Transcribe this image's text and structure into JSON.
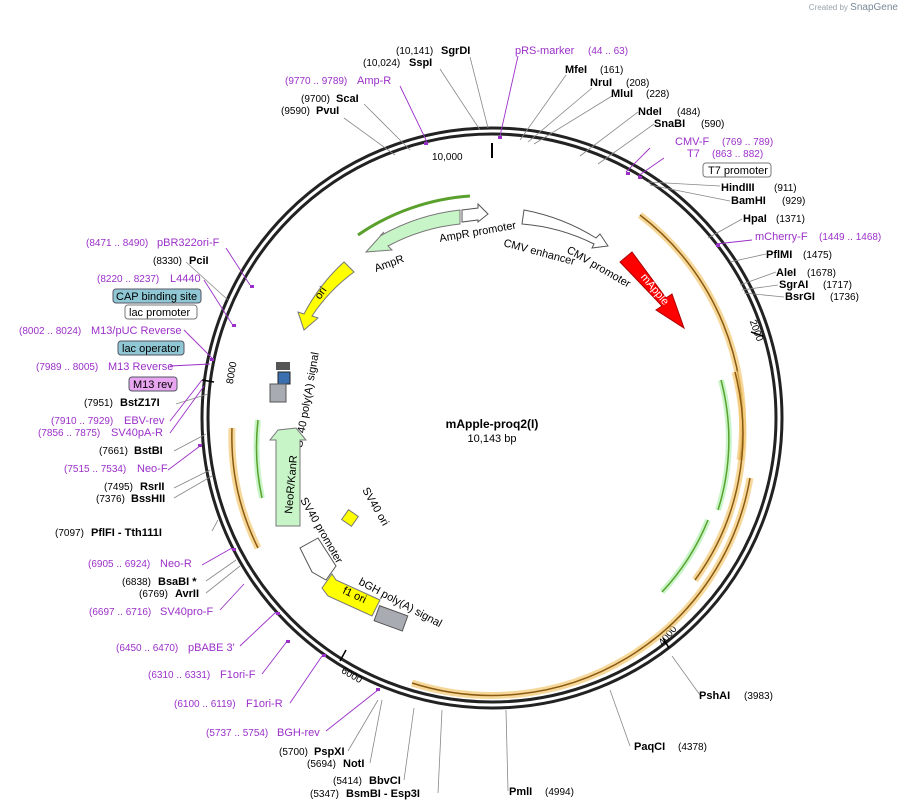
{
  "credit": {
    "prefix": "Created by",
    "brand": "SnapGene"
  },
  "plasmid": {
    "name": "mApple-proq2(I)",
    "length_label": "10,143 bp",
    "tick_10000": "10,000",
    "tick_2000": "2000",
    "tick_4000": "4000",
    "tick_6000": "6000",
    "tick_8000": "8000"
  },
  "colors": {
    "primer": "#9b30c8",
    "ampr": "#c8f5c8",
    "ori": "#ffff00",
    "mapple": "#ff0000",
    "orf": "#f4c770",
    "green_orf": "#5aa02c",
    "misc_box": "#8fc7d4",
    "m13rev_box": "#e8a6f0"
  },
  "features": {
    "ampr_promoter": "AmpR promoter",
    "ampr": "AmpR",
    "ori": "ori",
    "cmv_enhancer": "CMV enhancer",
    "cmv_promoter": "CMV promoter",
    "mapple": "mApple",
    "sv40_polya": "SV40 poly(A) signal",
    "neor": "NeoR/KanR",
    "sv40_promoter": "SV40 promoter",
    "sv40_ori": "SV40 ori",
    "f1_ori": "f1 ori",
    "bgh_polya": "bGH poly(A) signal"
  },
  "labels": [
    {
      "id": "sgrdi",
      "pos": "(10,141)",
      "name": "SgrDI",
      "kind": "enzyme"
    },
    {
      "id": "sspi",
      "pos": "(10,024)",
      "name": "SspI",
      "kind": "enzyme"
    },
    {
      "id": "ampr_primer",
      "pos": "(9770 .. 9789)",
      "name": "Amp-R",
      "kind": "primer"
    },
    {
      "id": "scai",
      "pos": "(9700)",
      "name": "ScaI",
      "kind": "enzyme"
    },
    {
      "id": "pvui",
      "pos": "(9590)",
      "name": "PvuI",
      "kind": "enzyme"
    },
    {
      "id": "prs",
      "pos": "(44 .. 63)",
      "name": "pRS-marker",
      "kind": "primer"
    },
    {
      "id": "mfei",
      "pos": "(161)",
      "name": "MfeI",
      "kind": "enzyme"
    },
    {
      "id": "nrui",
      "pos": "(208)",
      "name": "NruI",
      "kind": "enzyme"
    },
    {
      "id": "mlui",
      "pos": "(228)",
      "name": "MluI",
      "kind": "enzyme"
    },
    {
      "id": "ndei",
      "pos": "(484)",
      "name": "NdeI",
      "kind": "enzyme"
    },
    {
      "id": "snabi",
      "pos": "(590)",
      "name": "SnaBI",
      "kind": "enzyme"
    },
    {
      "id": "cmvf",
      "pos": "(769 .. 789)",
      "name": "CMV-F",
      "kind": "primer"
    },
    {
      "id": "t7",
      "pos": "(863 .. 882)",
      "name": "T7",
      "kind": "primer"
    },
    {
      "id": "t7prom",
      "name": "T7 promoter",
      "kind": "box"
    },
    {
      "id": "hindiii",
      "pos": "(911)",
      "name": "HindIII",
      "kind": "enzyme"
    },
    {
      "id": "bamhi",
      "pos": "(929)",
      "name": "BamHI",
      "kind": "enzyme"
    },
    {
      "id": "hpai",
      "pos": "(1371)",
      "name": "HpaI",
      "kind": "enzyme"
    },
    {
      "id": "mcherryf",
      "pos": "(1449 .. 1468)",
      "name": "mCherry-F",
      "kind": "primer"
    },
    {
      "id": "pfimi",
      "pos": "(1475)",
      "name": "PflMI",
      "kind": "enzyme"
    },
    {
      "id": "alei",
      "pos": "(1678)",
      "name": "AleI",
      "kind": "enzyme"
    },
    {
      "id": "sgrai",
      "pos": "(1717)",
      "name": "SgrAI",
      "kind": "enzyme"
    },
    {
      "id": "bsrgi",
      "pos": "(1736)",
      "name": "BsrGI",
      "kind": "enzyme"
    },
    {
      "id": "pbr322",
      "pos": "(8471 .. 8490)",
      "name": "pBR322ori-F",
      "kind": "primer"
    },
    {
      "id": "pcii",
      "pos": "(8330)",
      "name": "PciI",
      "kind": "enzyme"
    },
    {
      "id": "l4440",
      "pos": "(8220 .. 8237)",
      "name": "L4440",
      "kind": "primer"
    },
    {
      "id": "cap",
      "name": "CAP binding site",
      "kind": "box"
    },
    {
      "id": "lacprom",
      "name": "lac promoter",
      "kind": "box"
    },
    {
      "id": "m13pucrev",
      "pos": "(8002 .. 8024)",
      "name": "M13/pUC Reverse",
      "kind": "primer"
    },
    {
      "id": "lacop",
      "name": "lac operator",
      "kind": "box"
    },
    {
      "id": "m13reverse",
      "pos": "(7989 .. 8005)",
      "name": "M13 Reverse",
      "kind": "primer"
    },
    {
      "id": "m13rev",
      "name": "M13 rev",
      "kind": "box"
    },
    {
      "id": "bstz17i",
      "pos": "(7951)",
      "name": "BstZ17I",
      "kind": "enzyme"
    },
    {
      "id": "ebvrev",
      "pos": "(7910 .. 7929)",
      "name": "EBV-rev",
      "kind": "primer"
    },
    {
      "id": "sv40par",
      "pos": "(7856 .. 7875)",
      "name": "SV40pA-R",
      "kind": "primer"
    },
    {
      "id": "bstbi",
      "pos": "(7661)",
      "name": "BstBI",
      "kind": "enzyme"
    },
    {
      "id": "neof",
      "pos": "(7515 .. 7534)",
      "name": "Neo-F",
      "kind": "primer"
    },
    {
      "id": "rsrii",
      "pos": "(7495)",
      "name": "RsrII",
      "kind": "enzyme"
    },
    {
      "id": "bsshii",
      "pos": "(7376)",
      "name": "BssHII",
      "kind": "enzyme"
    },
    {
      "id": "pflfi",
      "pos": "(7097)",
      "name": "PflFI  - Tth111I",
      "kind": "enzyme"
    },
    {
      "id": "neor_primer",
      "pos": "(6905 .. 6924)",
      "name": "Neo-R",
      "kind": "primer"
    },
    {
      "id": "bsabi",
      "pos": "(6838)",
      "name": "BsaBI *",
      "kind": "enzyme"
    },
    {
      "id": "avrii",
      "pos": "(6769)",
      "name": "AvrII",
      "kind": "enzyme"
    },
    {
      "id": "sv40prof",
      "pos": "(6697 .. 6716)",
      "name": "SV40pro-F",
      "kind": "primer"
    },
    {
      "id": "pbabe",
      "pos": "(6450 .. 6470)",
      "name": "pBABE 3'",
      "kind": "primer"
    },
    {
      "id": "f1orif",
      "pos": "(6310 .. 6331)",
      "name": "F1ori-F",
      "kind": "primer"
    },
    {
      "id": "f1orir",
      "pos": "(6100 .. 6119)",
      "name": "F1ori-R",
      "kind": "primer"
    },
    {
      "id": "bghrev",
      "pos": "(5737 .. 5754)",
      "name": "BGH-rev",
      "kind": "primer"
    },
    {
      "id": "pspxi",
      "pos": "(5700)",
      "name": "PspXI",
      "kind": "enzyme"
    },
    {
      "id": "noti",
      "pos": "(5694)",
      "name": "NotI",
      "kind": "enzyme"
    },
    {
      "id": "bbvci",
      "pos": "(5414)",
      "name": "BbvCI",
      "kind": "enzyme"
    },
    {
      "id": "bsmbi",
      "pos": "(5347)",
      "name": "BsmBI  - Esp3I",
      "kind": "enzyme"
    },
    {
      "id": "pmli",
      "pos": "(4994)",
      "name": "PmlI",
      "kind": "enzyme"
    },
    {
      "id": "paqci",
      "pos": "(4378)",
      "name": "PaqCI",
      "kind": "enzyme"
    },
    {
      "id": "pshai",
      "pos": "(3983)",
      "name": "PshAI",
      "kind": "enzyme"
    }
  ]
}
